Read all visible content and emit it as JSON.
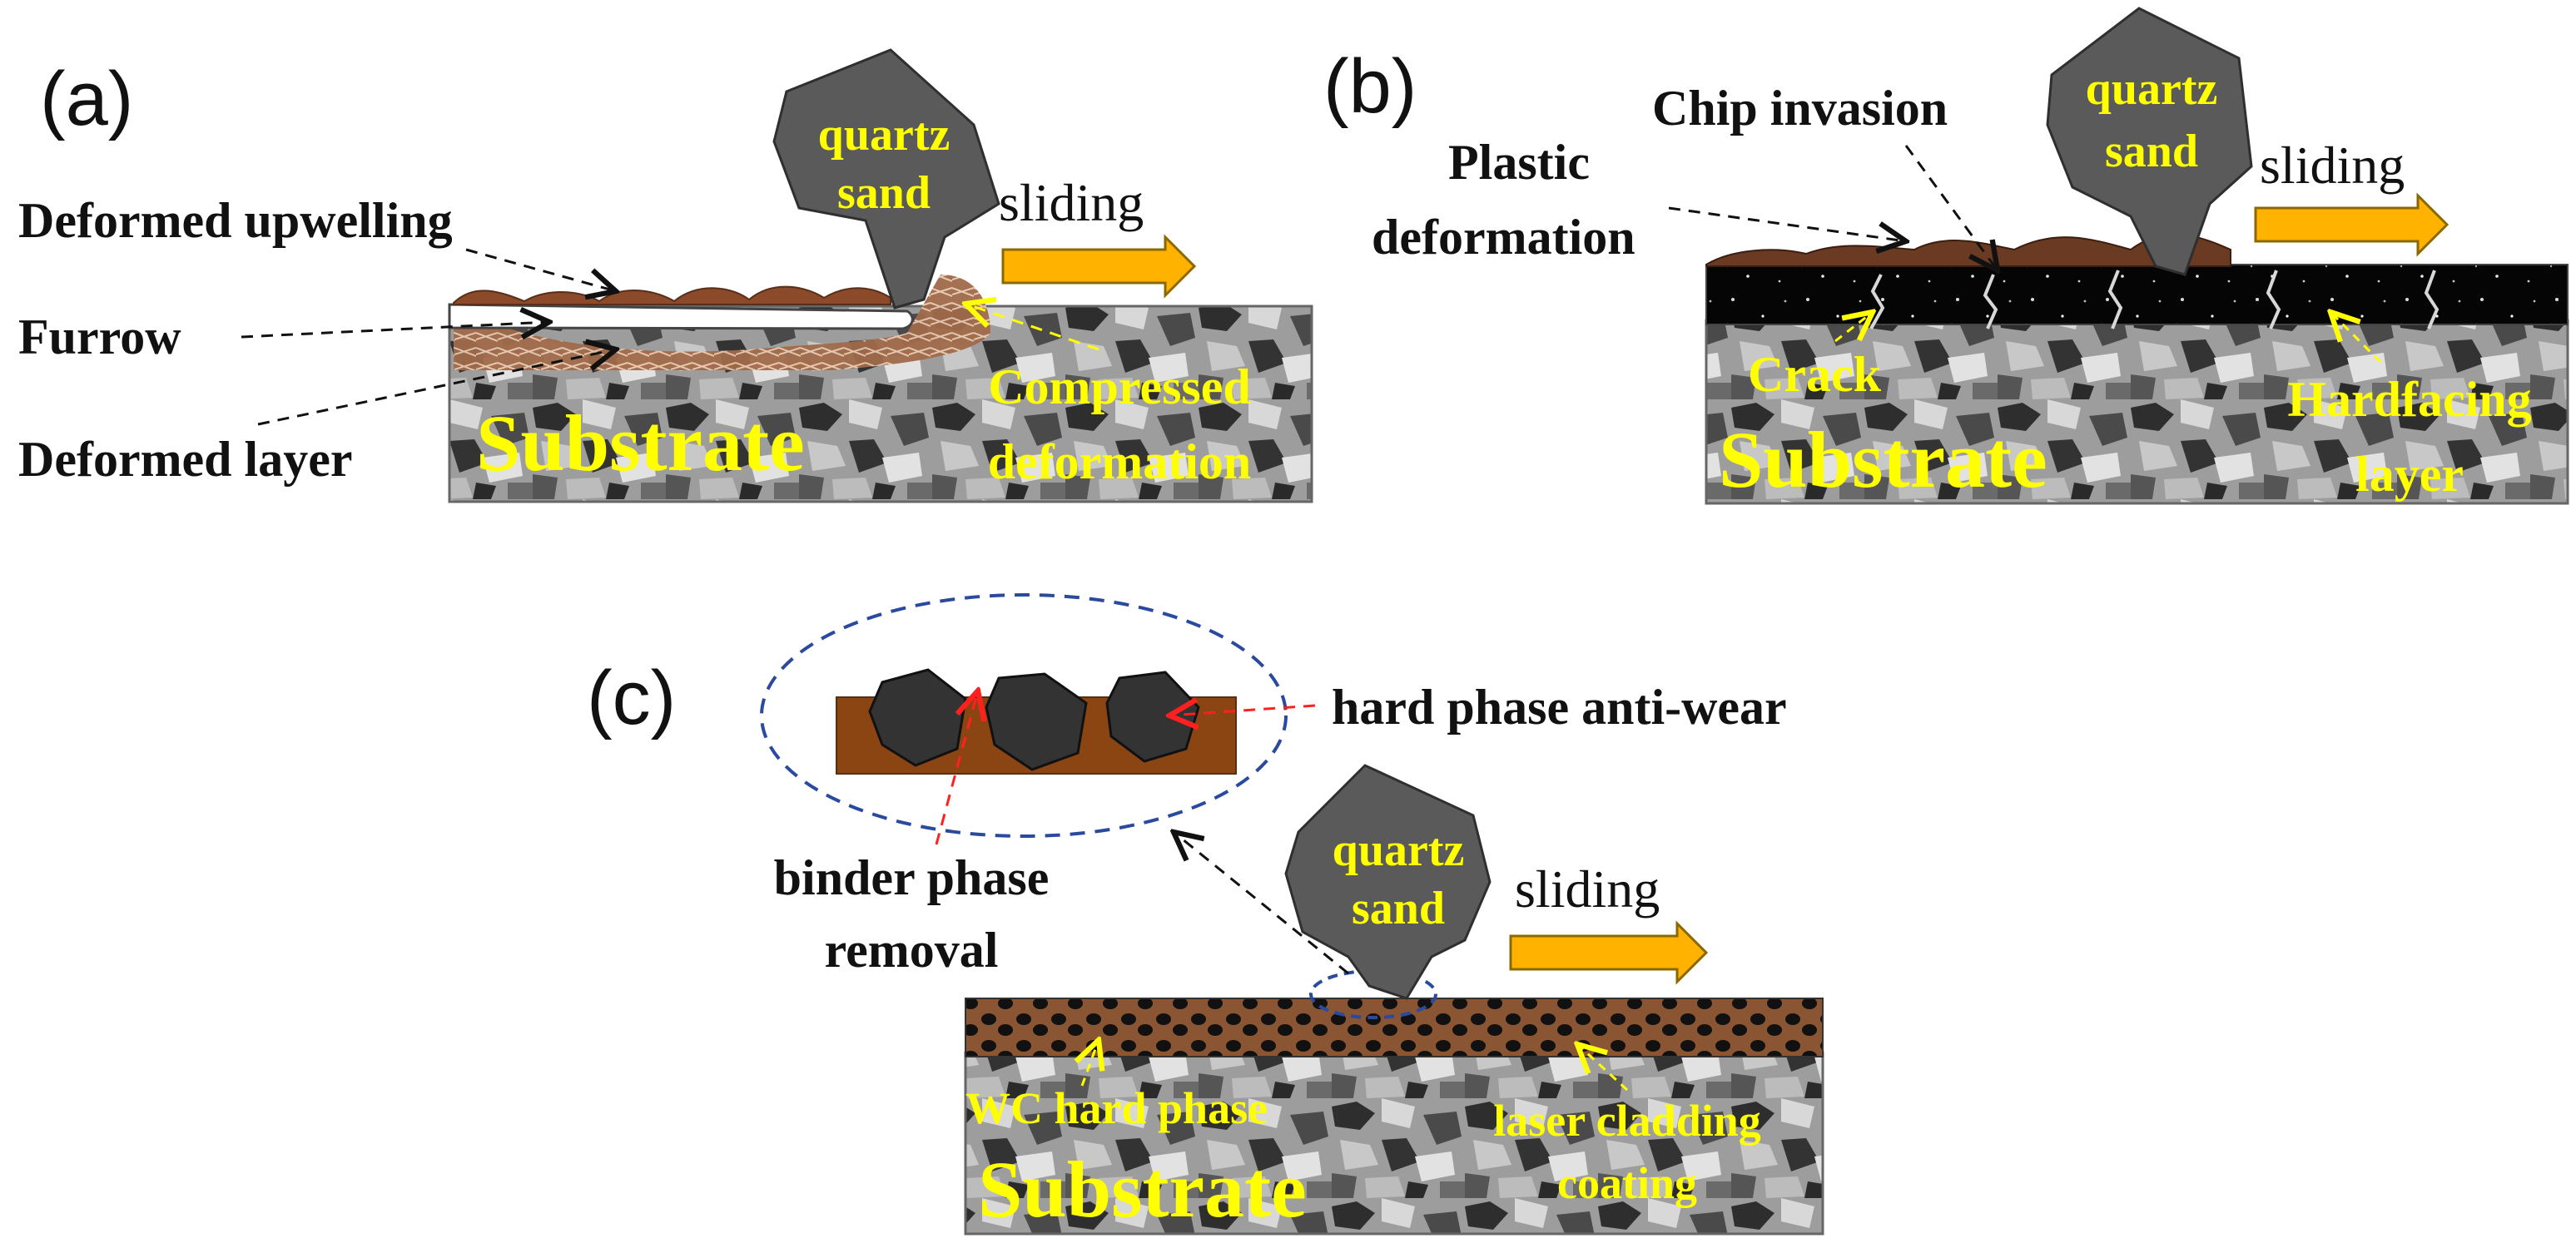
{
  "panels": {
    "a": {
      "letter": "(a)",
      "sand": [
        "quartz",
        "sand"
      ],
      "sliding": "sliding",
      "deformed_upwelling": "Deformed upwelling",
      "furrow": "Furrow",
      "deformed_layer": "Deformed layer",
      "substrate": "Substrate",
      "compressed": [
        "Compressed",
        "deformation"
      ]
    },
    "b": {
      "letter": "(b)",
      "sand": [
        "quartz",
        "sand"
      ],
      "sliding": "sliding",
      "chip_invasion": "Chip invasion",
      "plastic": [
        "Plastic",
        "deformation"
      ],
      "crack": "Crack",
      "substrate": "Substrate",
      "hardfacing": [
        "Hardfacing",
        "layer"
      ]
    },
    "c": {
      "letter": "(c)",
      "sand": [
        "quartz",
        "sand"
      ],
      "sliding": "sliding",
      "hard_phase": "hard phase anti-wear",
      "binder": [
        "binder phase",
        "removal"
      ],
      "wc": "WC hard phase",
      "substrate": "Substrate",
      "laser": [
        "laser cladding",
        "coating"
      ]
    }
  },
  "colors": {
    "substrate": "#9a9a9a",
    "deformed": "#8b5a3c",
    "hardfacing": "#0a0a0a",
    "coating": "#7a4a2a",
    "binder": "#8b4513",
    "sand": "#5a5a5a",
    "arrow_fill": "#ffb300",
    "label_yellow": "#ffff00",
    "leader_red": "#ff2020",
    "ellipse_blue": "#2a4aa0"
  }
}
